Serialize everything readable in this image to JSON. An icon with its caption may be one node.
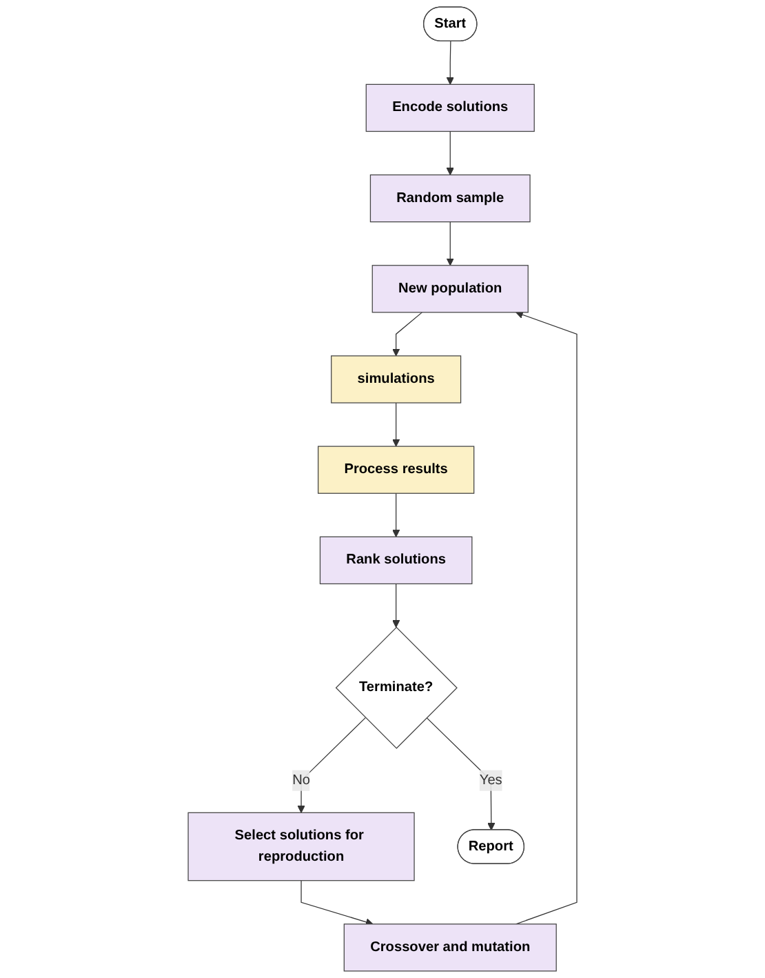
{
  "diagram": {
    "nodes": [
      {
        "text": [
          "Start"
        ]
      },
      {
        "text": [
          "Encode solutions"
        ]
      },
      {
        "text": [
          "Random sample"
        ]
      },
      {
        "text": [
          "Crossover and mutation"
        ]
      },
      {
        "text": [
          "New population"
        ]
      },
      {
        "text": [
          "simulations"
        ]
      },
      {
        "text": [
          "Select solutions for reproduction"
        ]
      },
      {
        "text": [
          "Rank solutions"
        ]
      },
      {
        "text": [
          "Process results"
        ]
      },
      {
        "text": [
          "Terminate?"
        ]
      },
      {
        "text": [
          "Report"
        ]
      }
    ],
    "edges": [
      {
        "from": 0,
        "to": 1,
        "arrow": "to"
      },
      {
        "from": 1,
        "to": 2,
        "arrow": "to"
      },
      {
        "from": 2,
        "to": 4,
        "arrow": "to"
      },
      {
        "from": 3,
        "to": 4,
        "arrow": "to"
      },
      {
        "from": 4,
        "to": 5,
        "arrow": "to"
      },
      {
        "from": 5,
        "to": 8,
        "arrow": "to"
      },
      {
        "from": 8,
        "to": 7,
        "arrow": "to"
      },
      {
        "from": 7,
        "to": 9,
        "arrow": "to"
      },
      {
        "from": 9,
        "to": 6,
        "label": "No",
        "arrow": "to"
      },
      {
        "from": 6,
        "to": 3,
        "arrow": "to"
      },
      {
        "from": 9,
        "to": 10,
        "label": "Yes",
        "arrow": "to"
      }
    ]
  }
}
